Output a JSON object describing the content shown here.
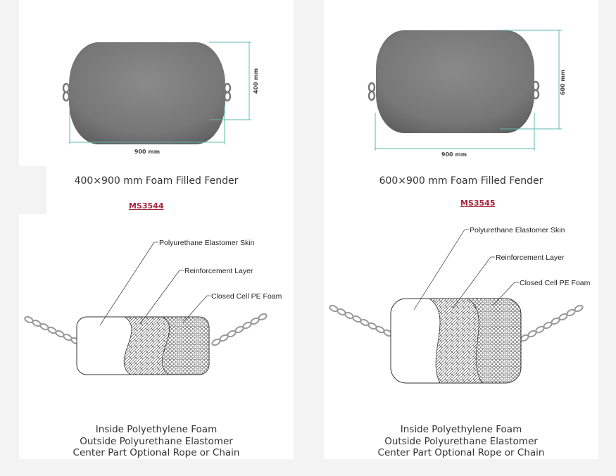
{
  "products": [
    {
      "caption": "400×900 mm Foam Filled Fender",
      "sku": "MS3544",
      "dim_width": "900 mm",
      "dim_height": "400 mm",
      "diagram_labels": {
        "skin": "Polyurethane Elastomer Skin",
        "reinforcement": "Reinforcement Layer",
        "foam": "Closed Cell PE Foam"
      },
      "description": [
        "Inside Polyethylene Foam",
        "Outside Polyurethane Elastomer",
        "Center Part Optional Rope or Chain"
      ]
    },
    {
      "caption": "600×900 mm Foam Filled Fender",
      "sku": "MS3545",
      "dim_width": "900 mm",
      "dim_height": "600 mm",
      "diagram_labels": {
        "skin": "Polyurethane Elastomer Skin",
        "reinforcement": "Reinforcement Layer",
        "foam": "Closed Cell PE Foam"
      },
      "description": [
        "Inside Polyethylene Foam",
        "Outside Polyurethane Elastomer",
        "Center Part Optional Rope or Chain"
      ]
    }
  ],
  "colors": {
    "fender_gray": "#777777",
    "dimension_line": "#5fb8b0",
    "sku_link": "#a5263c"
  }
}
